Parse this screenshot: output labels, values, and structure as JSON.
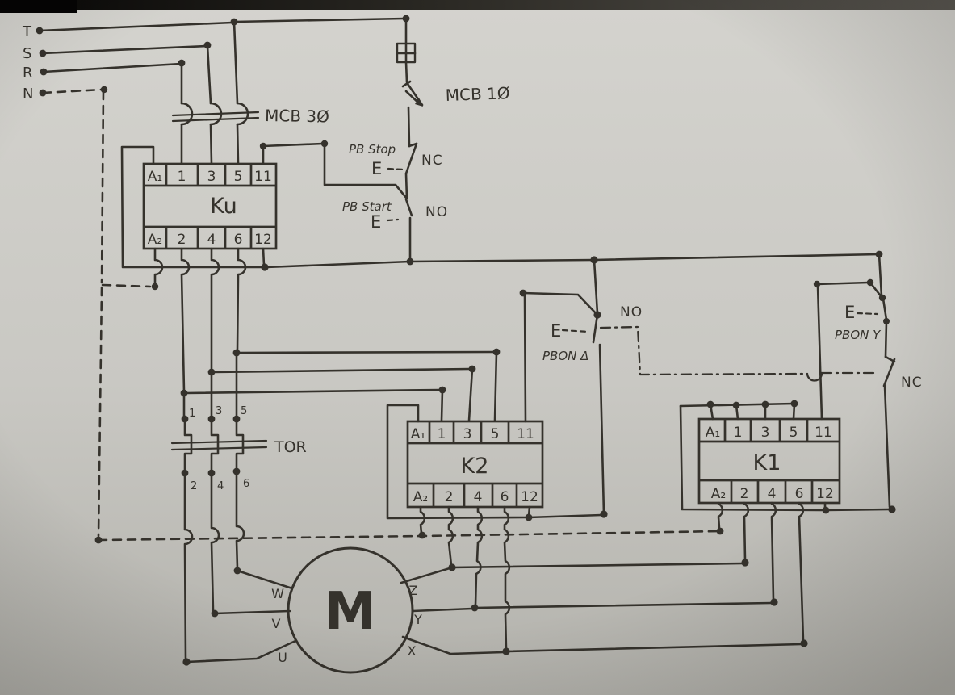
{
  "supply": {
    "labels": [
      "T",
      "S",
      "R",
      "N"
    ]
  },
  "breakers": {
    "three_phase": {
      "label": "MCB 3Ø"
    },
    "single_phase": {
      "label": "MCB 1Ø"
    }
  },
  "push_buttons": {
    "stop": {
      "label": "PB Stop",
      "actuator": "E",
      "contact_type": "NC"
    },
    "start": {
      "label": "PB Start",
      "actuator": "E",
      "contact_type": "NO"
    },
    "on_delta": {
      "label": "PBON Δ",
      "actuator": "E",
      "contact_type": "NO"
    },
    "on_star": {
      "label": "PBON Y",
      "actuator": "E",
      "contact_type": "NC"
    }
  },
  "contactors": {
    "ku": {
      "name": "Ku",
      "top_terminals": [
        "A₁",
        "1",
        "3",
        "5",
        "11"
      ],
      "bottom_terminals": [
        "A₂",
        "2",
        "4",
        "6",
        "12"
      ]
    },
    "k2": {
      "name": "K2",
      "top_terminals": [
        "A₁",
        "1",
        "3",
        "5",
        "11"
      ],
      "bottom_terminals": [
        "A₂",
        "2",
        "4",
        "6",
        "12"
      ]
    },
    "k1": {
      "name": "K1",
      "top_terminals": [
        "A₁",
        "1",
        "3",
        "5",
        "11"
      ],
      "bottom_terminals": [
        "A₂",
        "2",
        "4",
        "6",
        "12"
      ]
    }
  },
  "overload_relay": {
    "label": "TOR",
    "top_terminals": [
      "1",
      "3",
      "5"
    ],
    "bottom_terminals": [
      "2",
      "4",
      "6"
    ]
  },
  "motor": {
    "label": "M",
    "left_terminals": [
      "W",
      "V",
      "U"
    ],
    "right_terminals": [
      "Z",
      "Y",
      "X"
    ]
  },
  "colors": {
    "ink": "#35322c",
    "paper": "#c9c8c3"
  }
}
